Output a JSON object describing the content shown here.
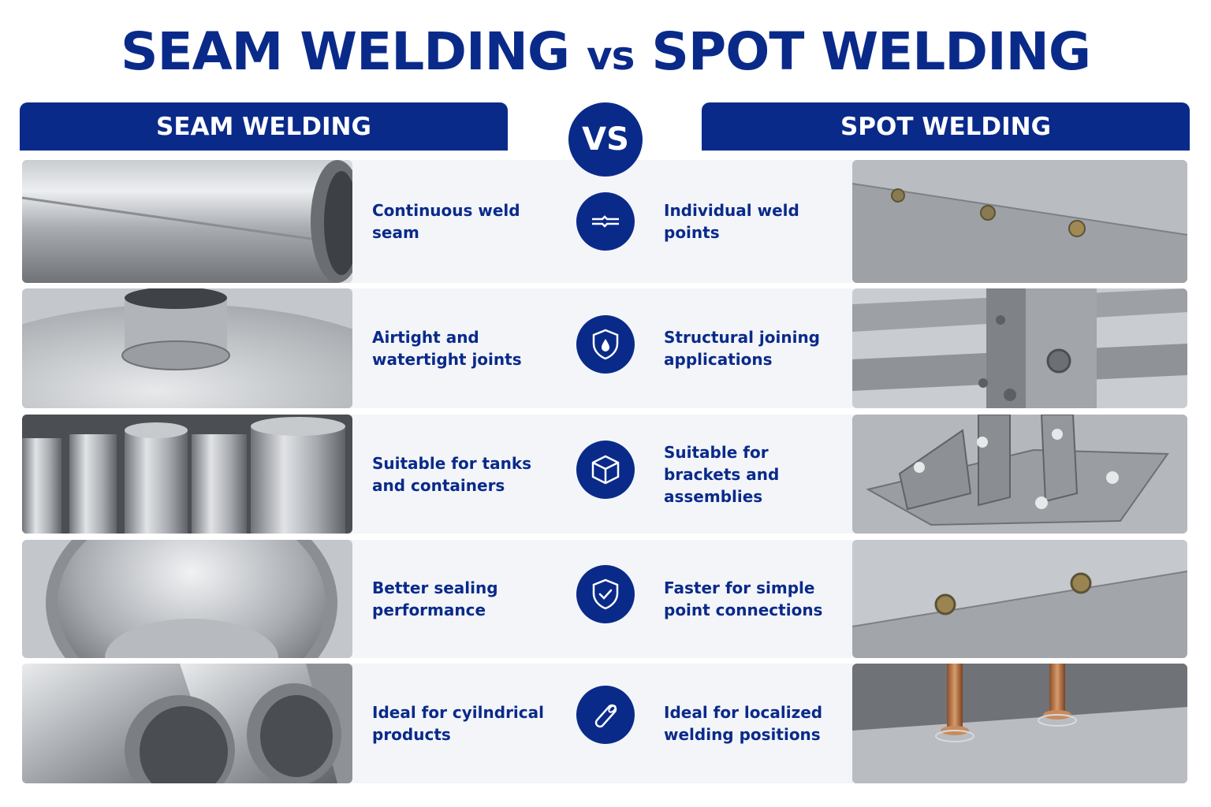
{
  "title": {
    "part1": "SEAM WELDING",
    "vs": "vs",
    "part2": "SPOT WELDING"
  },
  "left_header": "SEAM WELDING",
  "right_header": "SPOT WELDING",
  "vs_badge": "VS",
  "colors": {
    "brand_blue": "#0a2a8a",
    "row_background": "#f3f5f9"
  },
  "rows": [
    {
      "left_text": "Continuous weld seam",
      "right_text": "Individual weld points",
      "icon": "weld-seam-icon"
    },
    {
      "left_text": "Airtight and watertight joints",
      "right_text": "Structural joining applications",
      "icon": "shield-drop-icon"
    },
    {
      "left_text": "Suitable for tanks and containers",
      "right_text": "Suitable for brackets and assemblies",
      "icon": "cube-icon"
    },
    {
      "left_text": "Better sealing performance",
      "right_text": "Faster for simple point connections",
      "icon": "shield-check-icon"
    },
    {
      "left_text": "Ideal for cyilndrical products",
      "right_text": "Ideal for localized welding positions",
      "icon": "cylinder-icon"
    }
  ]
}
